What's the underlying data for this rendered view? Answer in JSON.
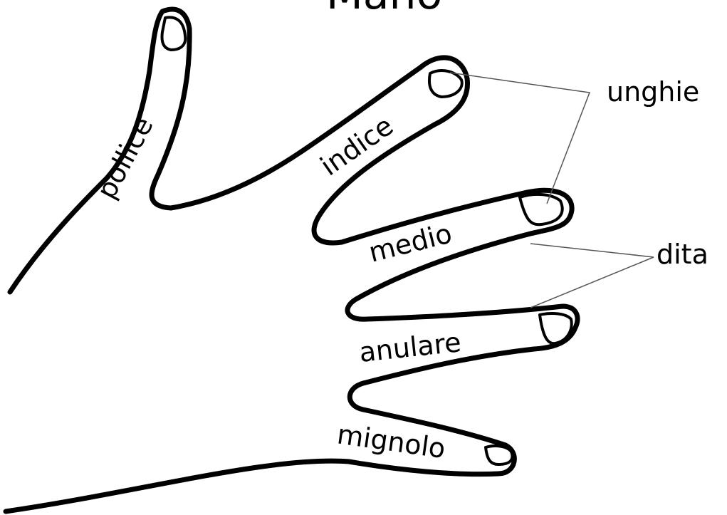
{
  "title": "Mano",
  "fingers": {
    "thumb": "pollice",
    "index": "indice",
    "middle": "medio",
    "ring": "anulare",
    "little": "mignolo"
  },
  "callouts": {
    "nails": "unghie",
    "fingers": "dita"
  },
  "colors": {
    "outline": "#000000",
    "leader": "#555555",
    "background": "#ffffff"
  }
}
